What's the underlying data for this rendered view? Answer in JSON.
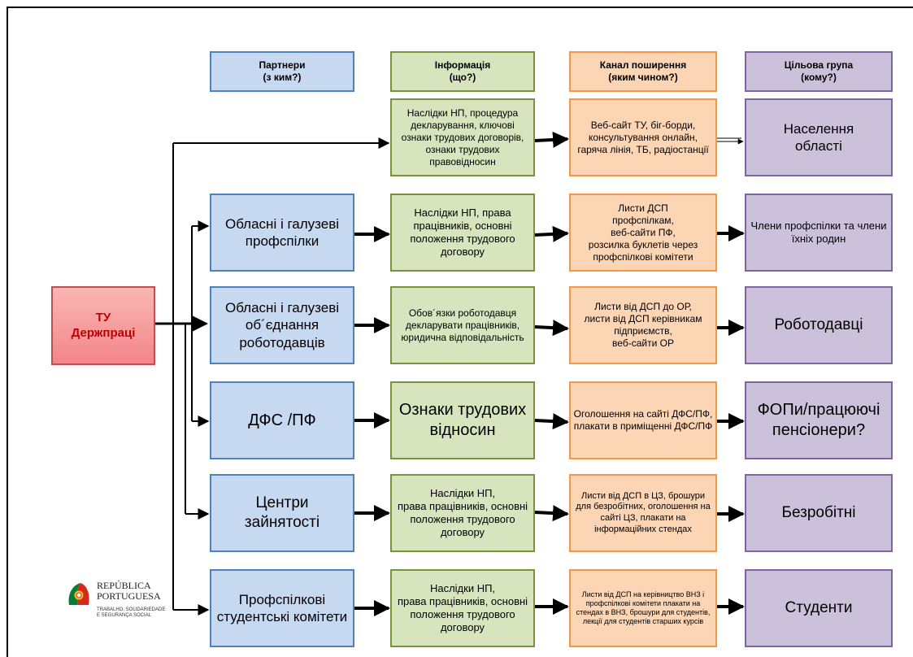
{
  "headers": {
    "partners": "Партнери\n(з ким?)",
    "information": "Інформація\n(що?)",
    "channel": "Канал поширення\n(яким чином?)",
    "target": "Цільова група\n(кому?)"
  },
  "source": "ТУ\nДержпраці",
  "rows": [
    {
      "partner": "",
      "info": "Наслідки НП, процедура декларування, ключові ознаки трудових договорів, ознаки трудових правовідносин",
      "channel": "Веб-сайт ТУ, біг-борди, консультування онлайн, гаряча лінія, ТБ, радіостанції",
      "target": "Населення\nобласті"
    },
    {
      "partner": "Обласні і галузеві\nпрофспілки",
      "info": "Наслідки НП, права працівників, основні положення трудового договору",
      "channel": "Листи ДСП\nпрофспілкам,\nвеб-сайти ПФ,\nрозсилка буклетів через профспілкові комітети",
      "target": "Члени профспілки та члени їхніх родин"
    },
    {
      "partner": "Обласні і галузеві\nоб´єднання\nроботодавців",
      "info": "Обов´язки роботодавця декларувати працівників,\nюридична відповідальність",
      "channel": "Листи від ДСП до ОР,\nлисти від ДСП керівникам підприємств,\nвеб-сайти ОР",
      "target": "Роботодавці"
    },
    {
      "partner": "ДФС /ПФ",
      "info": "Ознаки трудових відносин",
      "channel": "Оголошення на сайті ДФС/ПФ,\nплакати в приміщенні ДФС/ПФ",
      "target": "ФОПи/працюючі пенсіонери?"
    },
    {
      "partner": "Центри\nзайнятості",
      "info": "Наслідки НП,\nправа працівників, основні положення трудового договору",
      "channel": "Листи від ДСП в ЦЗ, брошури для безробітних, оголошення на сайті ЦЗ, плакати на інформаційних стендах",
      "target": "Безробітні"
    },
    {
      "partner": "Профспілкові студентські комітети",
      "info": "Наслідки НП,\nправа працівників, основні положення трудового договору",
      "channel": "Листи від ДСП на керівництво ВНЗ і профспілкові комітети плакати на стендах в ВНЗ, брошури для студентів, лекції для студентів старших курсів",
      "target": "Студенти"
    }
  ],
  "logo": {
    "line1": "REPÚBLICA",
    "line2": "PORTUGUESA",
    "line3": "TRABALHO, SOLIDARIEDADE",
    "line4": "E SEGURANÇA SOCIAL"
  },
  "colors": {
    "partner_fill": "#c6d9f1",
    "info_fill": "#d7e4bd",
    "channel_fill": "#fcd5b5",
    "target_fill": "#ccc1da",
    "source_fill": "#f3858a"
  }
}
